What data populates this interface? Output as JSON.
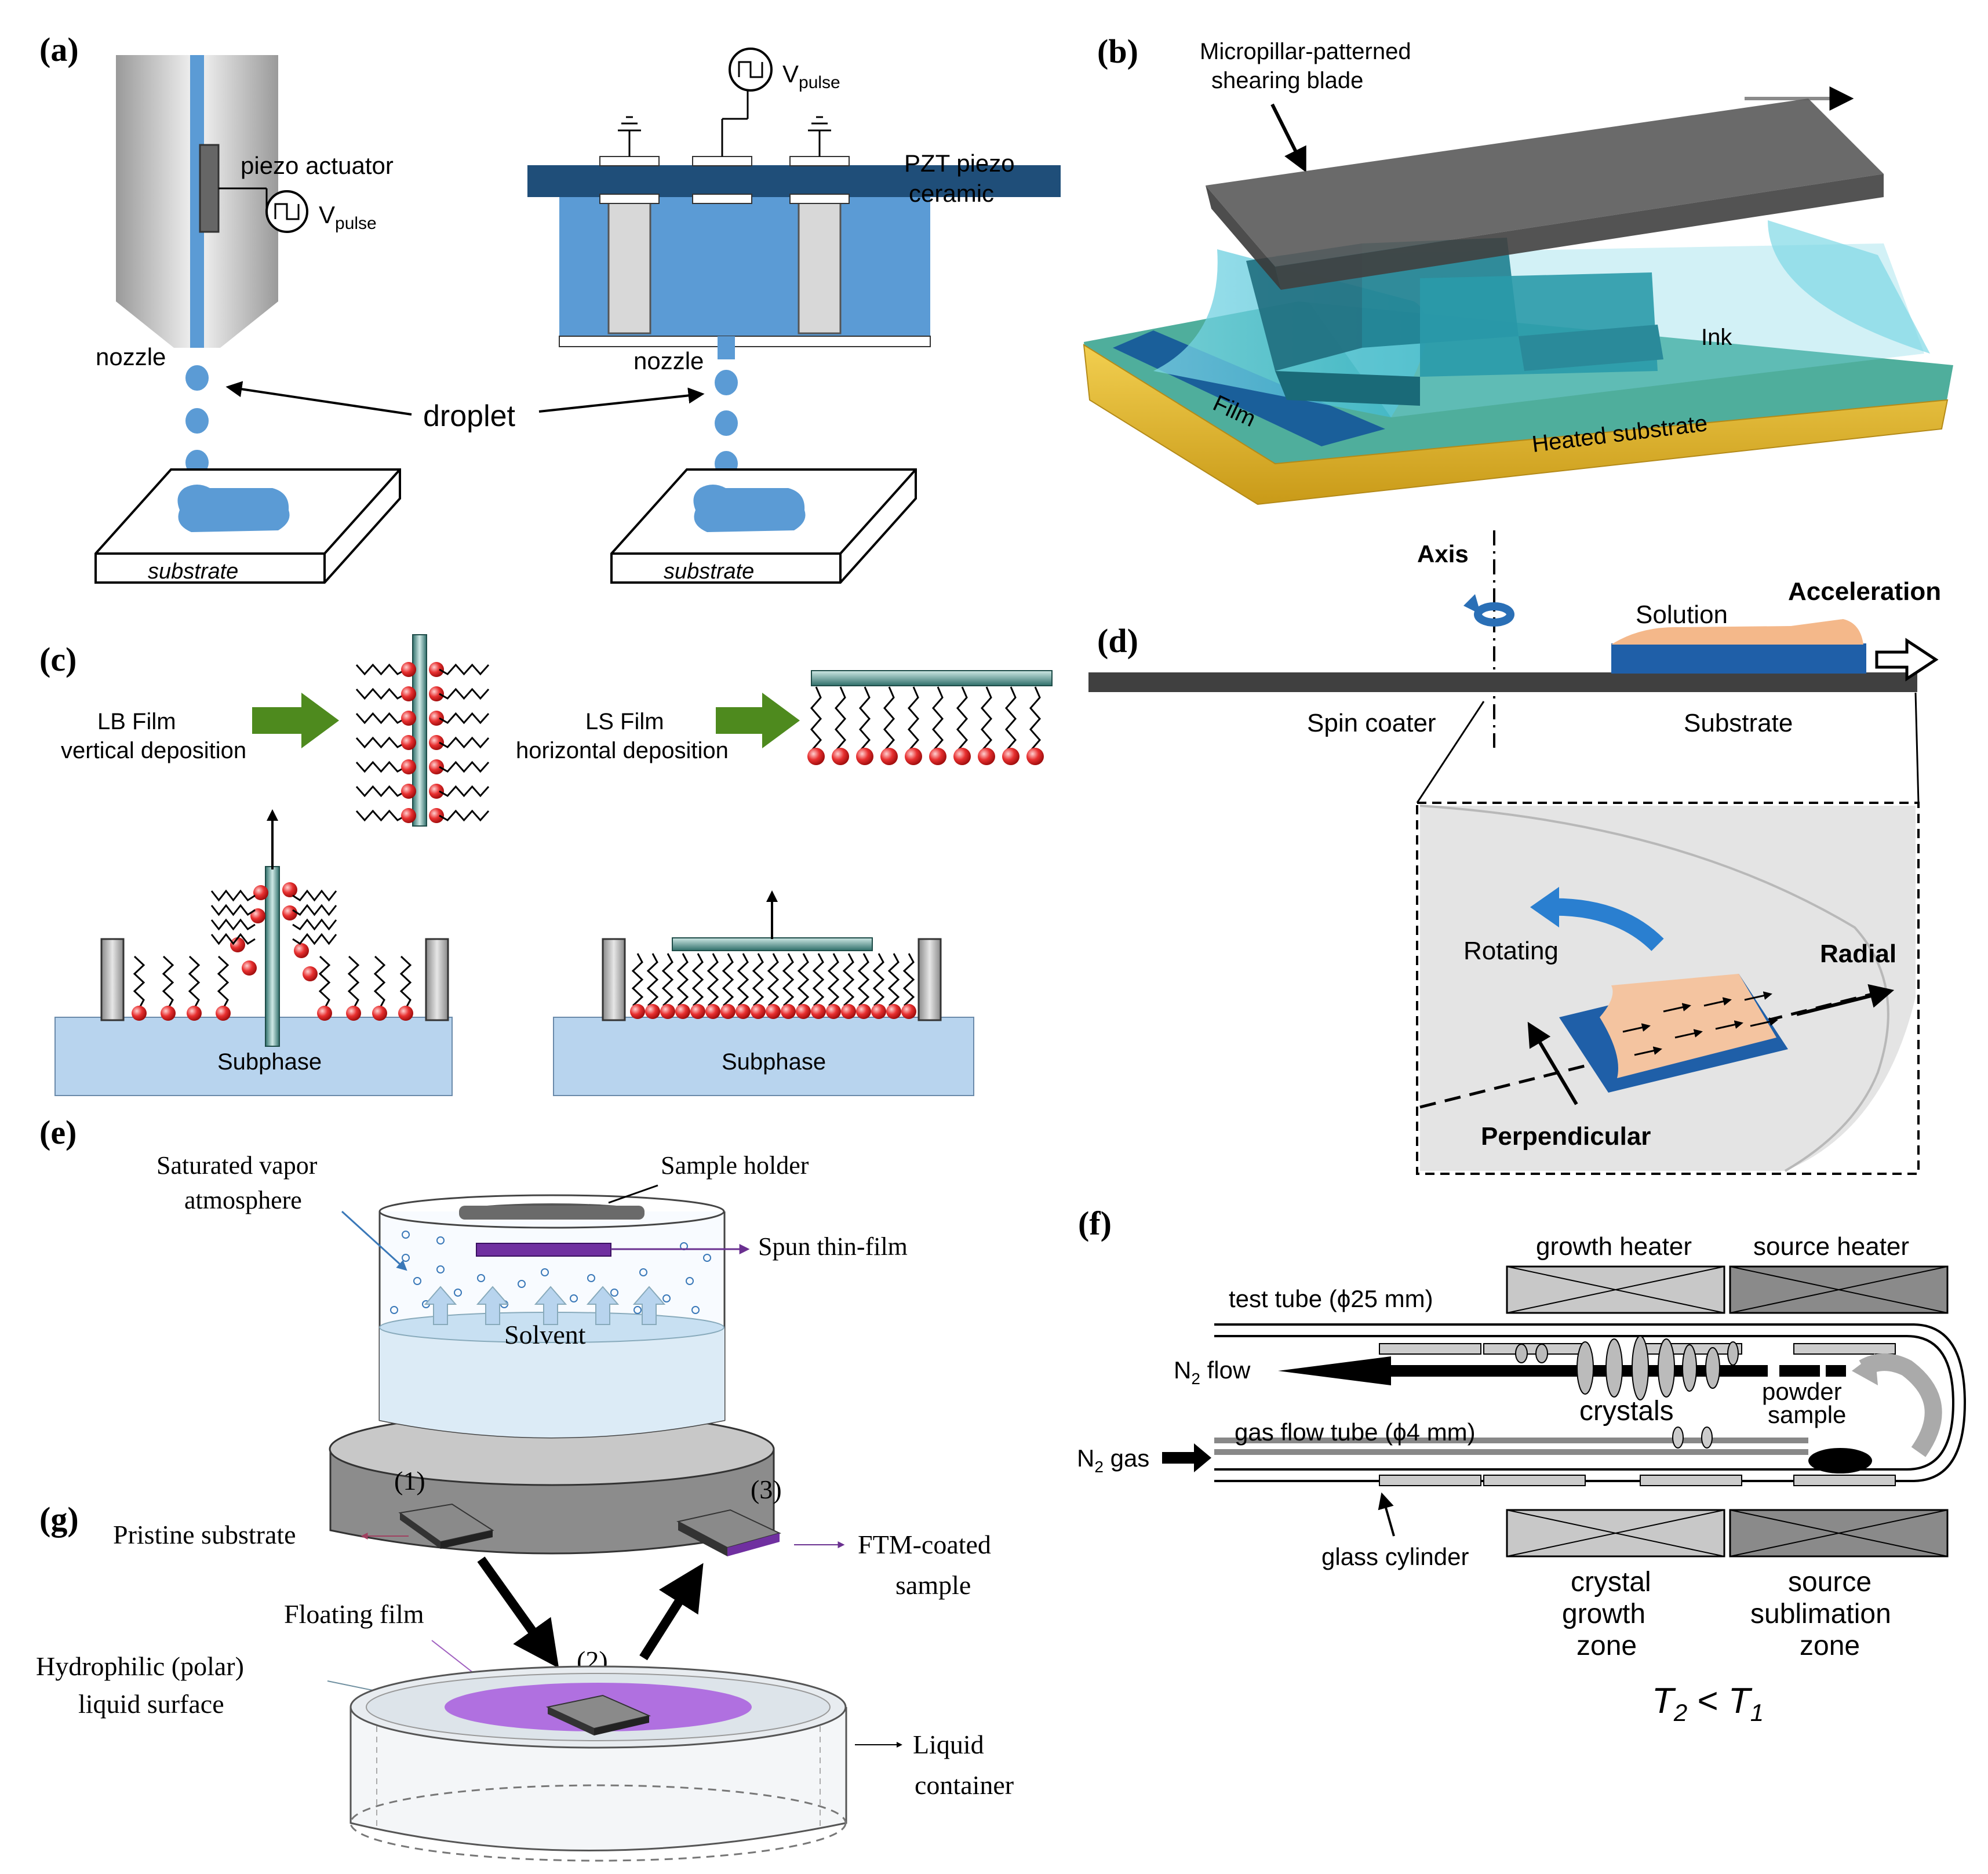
{
  "panels": {
    "a": {
      "label": "(a)",
      "piezo_actuator": "piezo actuator",
      "v": "V",
      "pulse": "pulse",
      "pzt": "PZT piezo",
      "ceramic": "ceramic",
      "nozzle": "nozzle",
      "droplet": "droplet",
      "substrate": "substrate"
    },
    "b": {
      "label": "(b)",
      "blade_line1": "Micropillar-patterned",
      "blade_line2": "shearing blade",
      "ink": "Ink",
      "film": "Film",
      "heated_substrate": "Heated substrate"
    },
    "c": {
      "label": "(c)",
      "lb_line1": "LB Film",
      "lb_line2": "vertical deposition",
      "ls_line1": "LS Film",
      "ls_line2": "horizontal deposition",
      "subphase": "Subphase"
    },
    "d": {
      "label": "(d)",
      "axis": "Axis",
      "solution": "Solution",
      "acceleration": "Acceleration",
      "spin_coater": "Spin coater",
      "substrate": "Substrate",
      "rotating": "Rotating",
      "radial": "Radial",
      "perpendicular": "Perpendicular"
    },
    "e": {
      "label": "(e)",
      "vapor_line1": "Saturated vapor",
      "vapor_line2": "atmosphere",
      "sample_holder": "Sample holder",
      "spun_film": "Spun thin-film",
      "solvent": "Solvent"
    },
    "f": {
      "label": "(f)",
      "growth_heater": "growth heater",
      "source_heater": "source heater",
      "test_tube": "test tube (ϕ25 mm)",
      "n2_flow": "N",
      "n2_flow_suffix": " flow",
      "n2_gas": "N",
      "n2_gas_suffix": " gas",
      "crystals": "crystals",
      "powder_line1": "powder",
      "powder_line2": "sample",
      "gas_flow_tube": "gas flow tube (ϕ4 mm)",
      "glass_cylinder": "glass cylinder",
      "crystal_zone_1": "crystal",
      "crystal_zone_2": "growth",
      "crystal_zone_3": "zone",
      "source_zone_1": "source",
      "source_zone_2": "sublimation",
      "source_zone_3": "zone",
      "temp_t2": "T",
      "temp_lt": " < ",
      "temp_t1": "T"
    },
    "g": {
      "label": "(g)",
      "step1": "(1)",
      "step2": "(2)",
      "step3": "(3)",
      "pristine": "Pristine substrate",
      "floating": "Floating film",
      "hydro_line1": "Hydrophilic (polar)",
      "hydro_line2": "liquid surface",
      "ftm_line1": "FTM-coated",
      "ftm_line2": "sample",
      "container_line1": "Liquid",
      "container_line2": "container"
    }
  },
  "colors": {
    "droplet_blue": "#5b9bd5",
    "piezo_dark": "#1f4e79",
    "substrate_gold": "#e8c040",
    "ink_teal": "#40b0c0",
    "lipid_red": "#e02020",
    "arrow_green": "#4e8a1e",
    "spin_blue": "#2277cc",
    "solution_orange": "#f0a060",
    "film_purple": "#7030a0",
    "floating_violet": "#b070e0"
  }
}
